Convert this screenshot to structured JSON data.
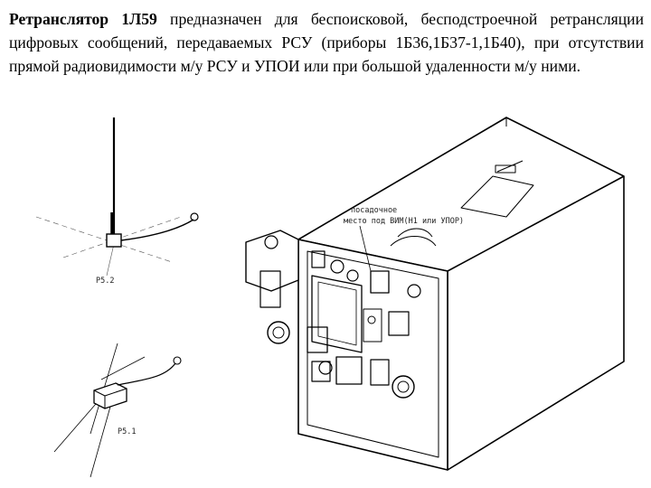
{
  "paragraph": {
    "title": "Ретранслятор 1Л59",
    "text": " предназначен для беспоисковой, бесподстроечной ретрансляции цифровых сообщений, передаваемых РСУ (приборы 1Б36,1Б37-1,1Б40), при отсутствии прямой радиовидимости м/у РСУ и УПОИ или при большой удаленности м/у ними."
  },
  "figures": {
    "antenna_label": "Р5.2",
    "box_label": "Р5.1",
    "callout_line1": "посадочное",
    "callout_line2": "место под ВИМ(Н1 или УПОР)"
  }
}
